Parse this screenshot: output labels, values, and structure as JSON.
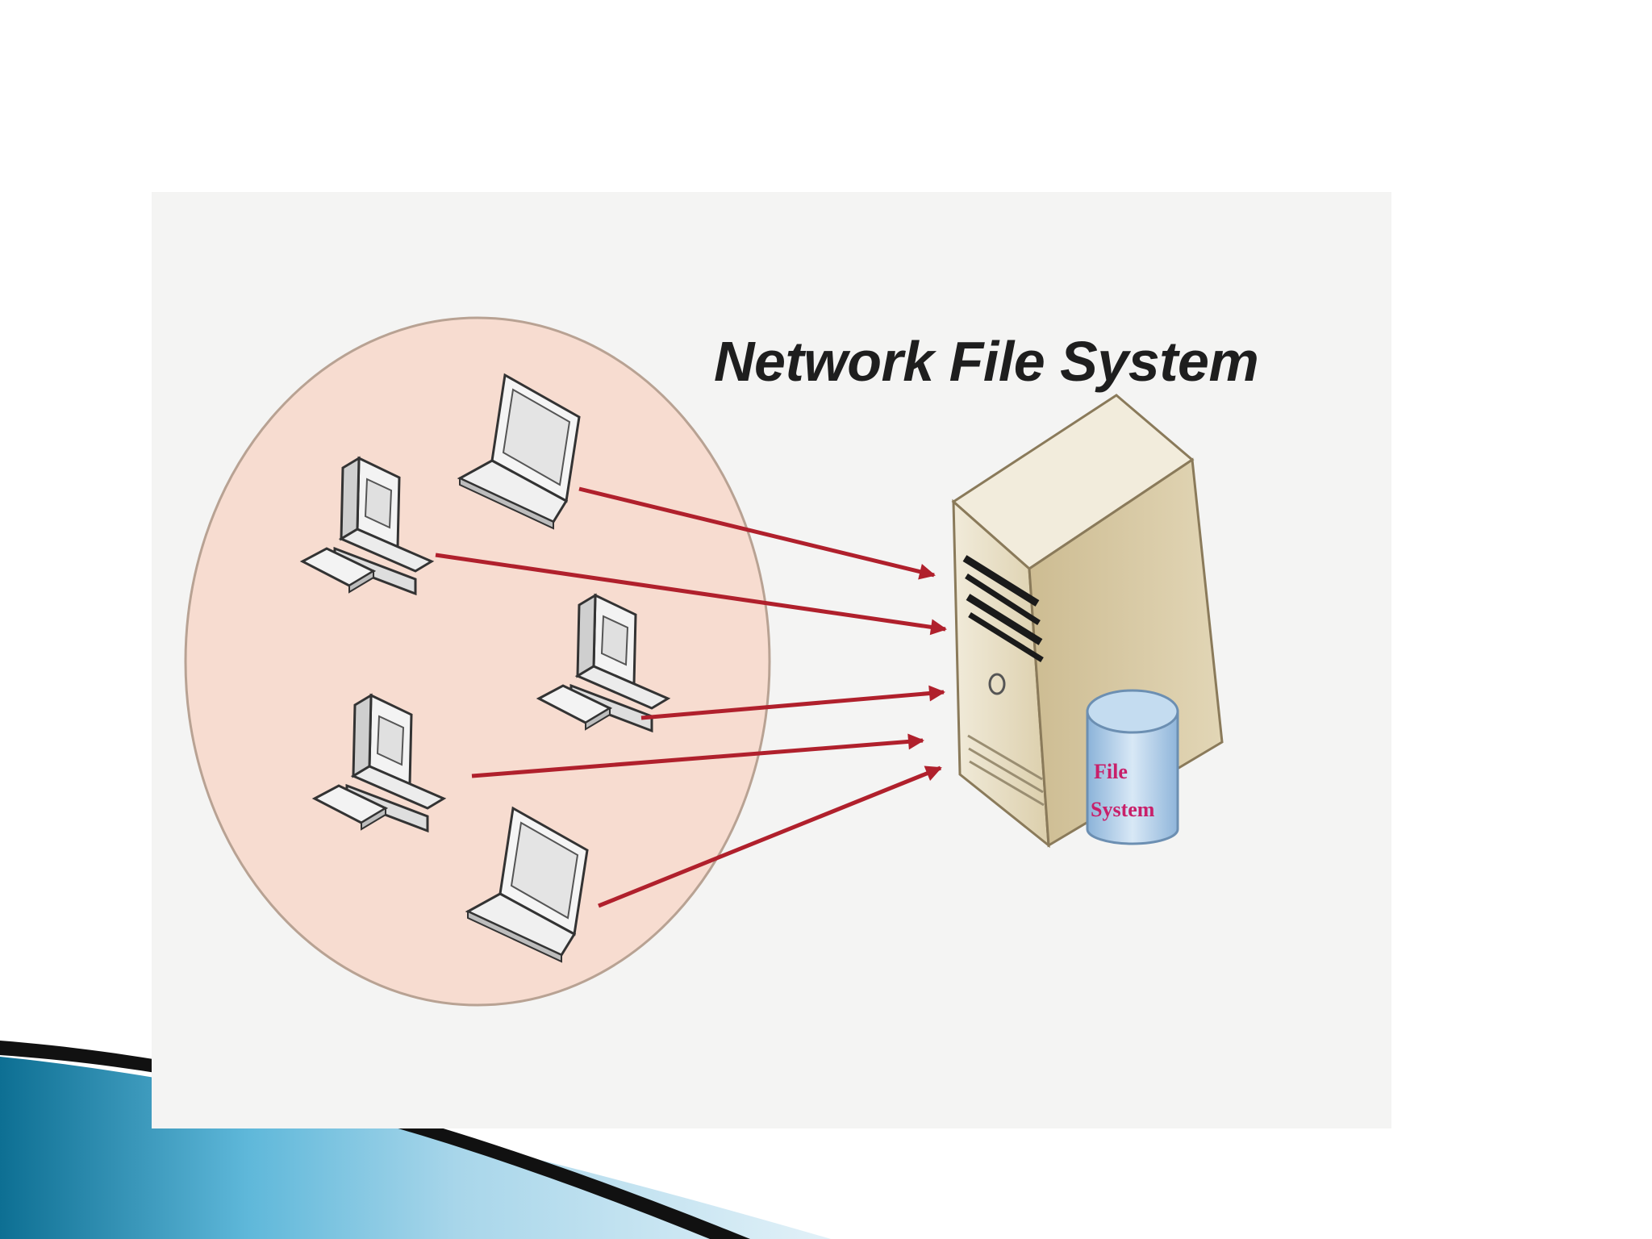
{
  "diagram": {
    "title": "Network File System",
    "storage_label_line1": "File",
    "storage_label_line2": "System"
  },
  "nodes": {
    "clients": [
      {
        "kind": "laptop"
      },
      {
        "kind": "desktop"
      },
      {
        "kind": "desktop"
      },
      {
        "kind": "desktop"
      },
      {
        "kind": "laptop"
      }
    ],
    "server": {
      "kind": "server",
      "icon": "server-tower-icon"
    },
    "storage": {
      "kind": "database",
      "icon": "database-cylinder-icon"
    }
  },
  "colors": {
    "cluster_fill": "#f7dcd0",
    "cluster_stroke": "#b8a293",
    "arrow": "#b0202c",
    "server_body": "#e9dfc6",
    "database": "#a9c8e6",
    "label": "#c8206a",
    "swoosh_light": "#5fb8da",
    "swoosh_dark": "#0d6f93"
  }
}
